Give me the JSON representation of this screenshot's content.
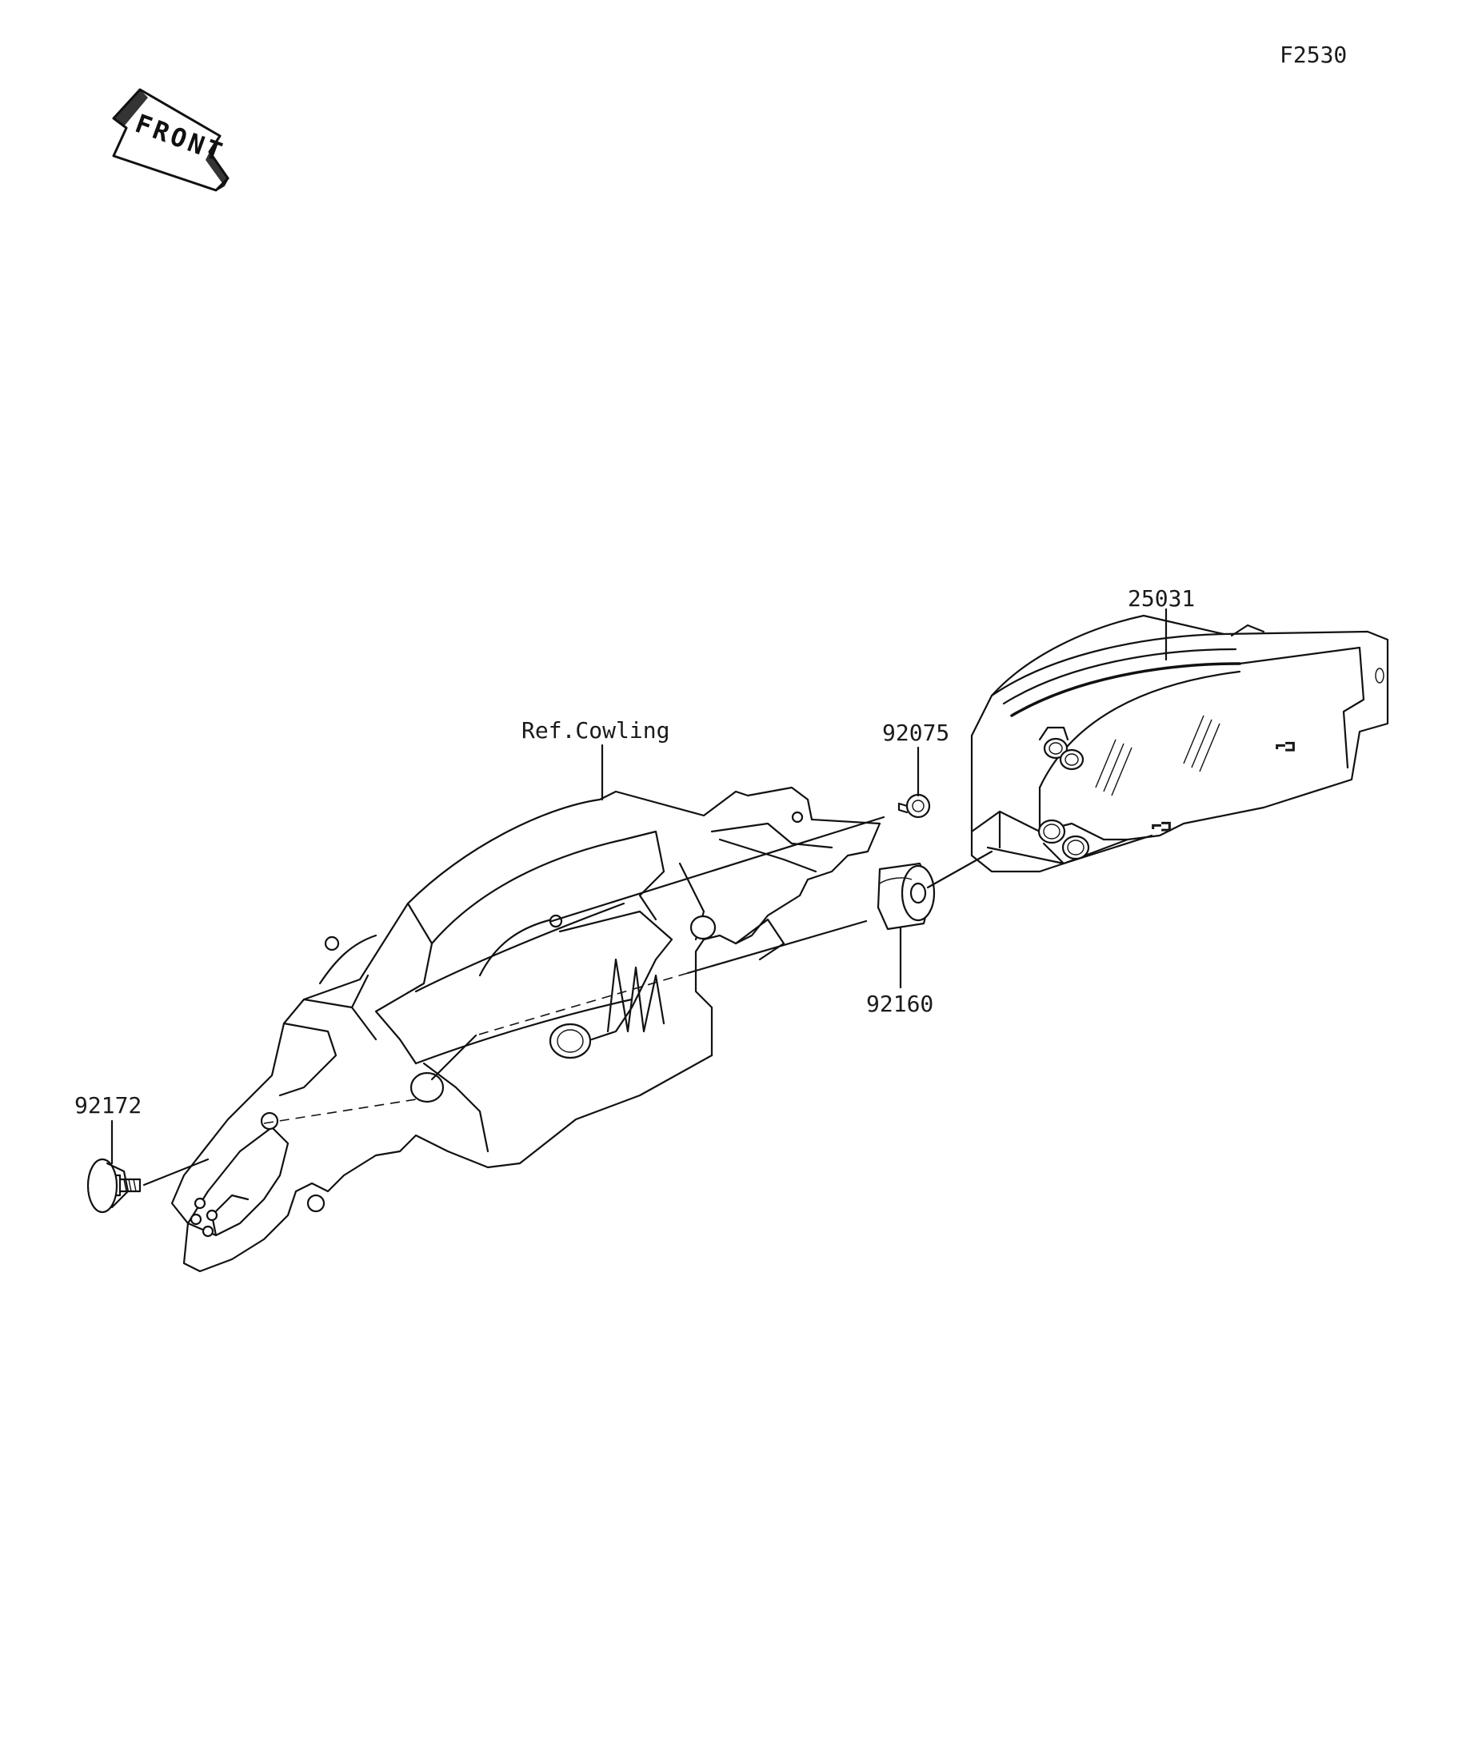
{
  "diagram": {
    "figure_code": "F2530",
    "front_arrow_label": "FRONT",
    "callouts": [
      {
        "id": "meter-assy",
        "label": "25031"
      },
      {
        "id": "cowling-ref",
        "label": "Ref.Cowling"
      },
      {
        "id": "bolt",
        "label": "92075"
      },
      {
        "id": "damper",
        "label": "92160"
      },
      {
        "id": "screw",
        "label": "92172"
      }
    ]
  }
}
